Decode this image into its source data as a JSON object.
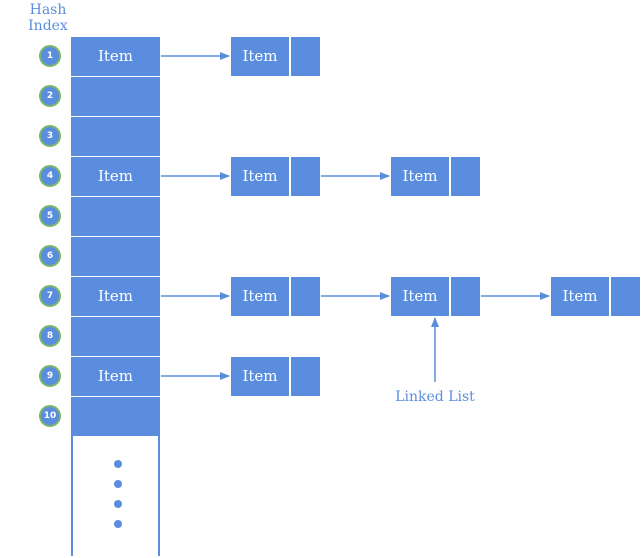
{
  "header": {
    "line1": "Hash",
    "line2": "Index"
  },
  "indices": [
    "1",
    "2",
    "3",
    "4",
    "5",
    "6",
    "7",
    "8",
    "9",
    "10"
  ],
  "slots": [
    "Item",
    "",
    "",
    "Item",
    "",
    "",
    "Item",
    "",
    "Item",
    ""
  ],
  "chains": {
    "row1": [
      "Item"
    ],
    "row4": [
      "Item",
      "Item"
    ],
    "row7": [
      "Item",
      "Item",
      "Item"
    ],
    "row9": [
      "Item"
    ]
  },
  "annotation": {
    "linked_list": "Linked List"
  },
  "colors": {
    "fill": "#5b8ddf",
    "index_border": "#78b56a",
    "text": "#ffffff"
  }
}
